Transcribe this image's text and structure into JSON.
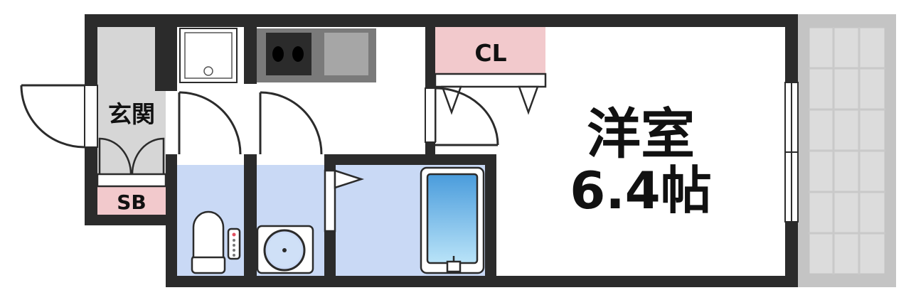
{
  "floorplan": {
    "rooms": {
      "entrance": "玄関",
      "shoe_box": "SB",
      "closet": "CL",
      "western_room_name": "洋室",
      "western_room_size": "6.4帖"
    },
    "colors": {
      "wall": "#2b2b2b",
      "floor": "#ffffff",
      "entrance_floor": "#d6d6d6",
      "wet_area": "#c9d9f5",
      "storage_label_bg": "#f2c9cc",
      "balcony": "#c4c4c4",
      "bathtub": "#5aa9e0"
    },
    "icons": [
      "front-door-icon",
      "sink-icon",
      "stove-icon",
      "toilet-icon",
      "washbasin-icon",
      "bathtub-icon",
      "window-icon"
    ]
  }
}
